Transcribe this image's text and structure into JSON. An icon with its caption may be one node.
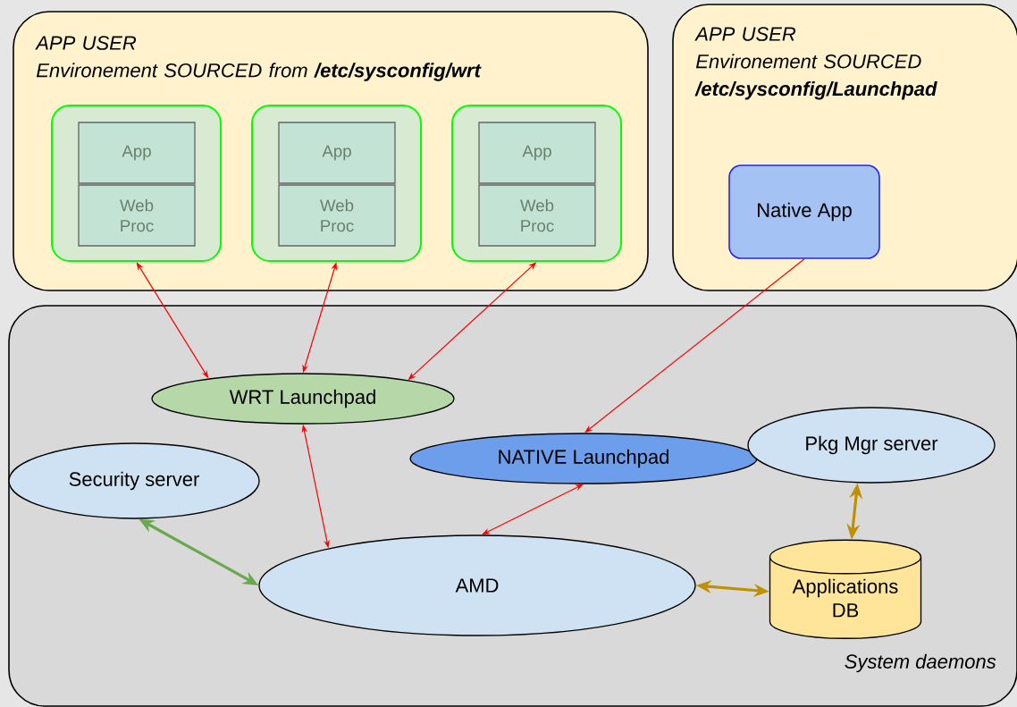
{
  "diagram": {
    "nodes": [
      {
        "text": [
          "APP USER",
          "Environement SOURCED from **/etc/sysconfig/wrt**"
        ]
      },
      {
        "text": [
          "APP USER",
          "Environement SOURCED **/etc/sysconfig/Launchpad**"
        ]
      },
      {
        "text": [
          "System daemons"
        ]
      },
      {
        "text": [],
        "shape": "box",
        "in": 0
      },
      {
        "text": [
          "App"
        ],
        "in": 3
      },
      {
        "text": [
          "Web Proc"
        ],
        "in": 3
      },
      {
        "text": [],
        "shape": "box",
        "in": 0
      },
      {
        "text": [
          "App"
        ],
        "in": 6
      },
      {
        "text": [
          "Web Proc"
        ],
        "in": 6
      },
      {
        "text": [],
        "shape": "box",
        "in": 0
      },
      {
        "text": [
          "App"
        ],
        "in": 9
      },
      {
        "text": [
          "Web Proc"
        ],
        "in": 9
      },
      {
        "text": [
          "Native App"
        ],
        "in": 1
      },
      {
        "text": [
          "WRT Launchpad"
        ],
        "in": 2
      },
      {
        "text": [
          "NATIVE Launchpad"
        ],
        "in": 2
      },
      {
        "text": [
          "Pkg Mgr server"
        ],
        "in": 2
      },
      {
        "text": [
          "Security server"
        ],
        "in": 2
      },
      {
        "text": [
          "AMD"
        ],
        "in": 2
      },
      {
        "text": [
          "Applications DB"
        ],
        "in": 2
      }
    ],
    "edges": [
      {
        "from": 3,
        "to": 13,
        "arrow": "both"
      },
      {
        "from": 6,
        "to": 13,
        "arrow": "both"
      },
      {
        "from": 9,
        "to": 13,
        "arrow": "both"
      },
      {
        "from": 12,
        "to": 14,
        "arrow": "to"
      },
      {
        "from": 13,
        "to": 17,
        "arrow": "both"
      },
      {
        "from": 14,
        "to": 17,
        "arrow": "both"
      },
      {
        "from": 16,
        "to": 17,
        "arrow": "both",
        "style": "thick",
        "color": "#6aa84f"
      },
      {
        "from": 17,
        "to": 18,
        "arrow": "both",
        "style": "thick",
        "color": "#bf9000"
      },
      {
        "from": 18,
        "to": 15,
        "arrow": "both",
        "style": "thick",
        "color": "#bf9000"
      }
    ]
  }
}
